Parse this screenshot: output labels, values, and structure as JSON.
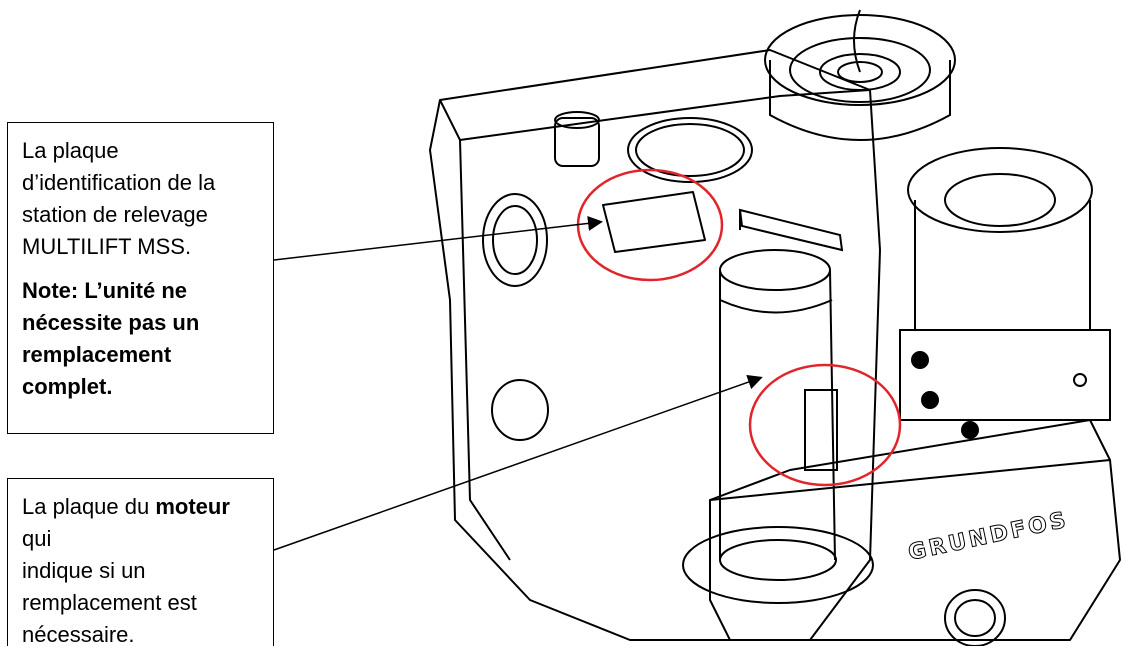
{
  "callout_1": {
    "line1": "La plaque",
    "line2": "d’identification de la",
    "line3": "station de relevage",
    "line4": "MULTILIFT MSS.",
    "note_line1": "Note: L’unité ne",
    "note_line2": "nécessite pas un",
    "note_line3": "remplacement complet."
  },
  "callout_2": {
    "line1_prefix": "La plaque du ",
    "line1_bold": "moteur",
    "line1_suffix": " qui",
    "line2": "indique si un",
    "line3": "remplacement est",
    "line4": "nécessaire."
  },
  "brand": {
    "name": "GRUNDFOS"
  },
  "colors": {
    "highlight_circle": "#e0262c",
    "line": "#000000"
  }
}
